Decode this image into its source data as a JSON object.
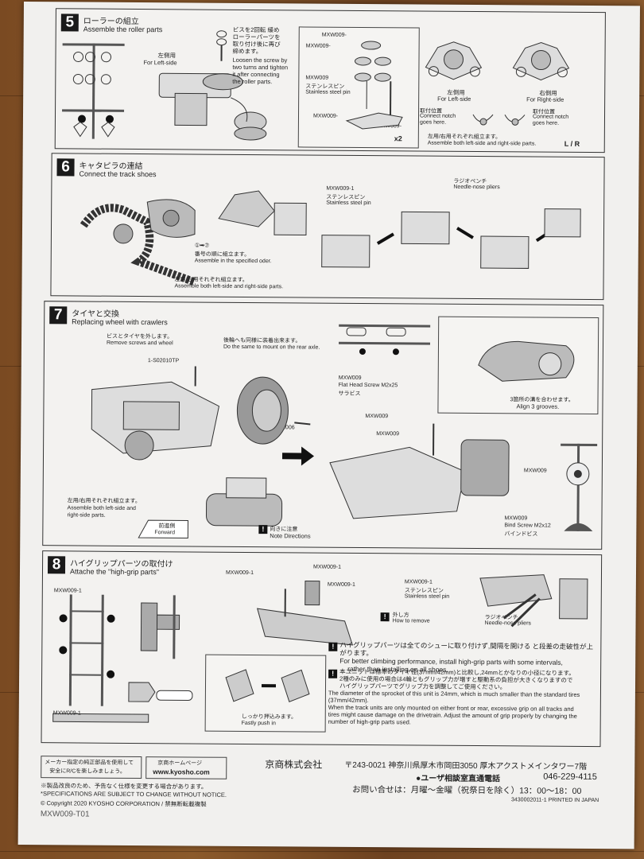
{
  "s5": {
    "num": "5",
    "title_jp": "ローラーの組立",
    "title_en": "Assemble the roller parts",
    "left_jp": "左側用",
    "left_en": "For Left-side",
    "screw_jp1": "ビスを2回転 緩め",
    "screw_jp2": "ローラーパーツを",
    "screw_jp3": "取り付け後に再び",
    "screw_jp4": "締めます。",
    "screw_en1": "Loosen the screw by",
    "screw_en2": "two turns and tighten",
    "screw_en3": "it after connecting",
    "screw_en4": "the roller parts.",
    "part_m": "MXW009-",
    "pin_part": "MXW009",
    "pin_jp": "ステンレスピン",
    "pin_en": "Stainless steel pin",
    "count": "x2",
    "left2_jp": "左側用",
    "left2_en": "For Left-side",
    "right_jp": "右側用",
    "right_en": "For Right-side",
    "notch_jp": "取付位置",
    "notch_en1": "Connect notch",
    "notch_en2": "goes here.",
    "both_jp": "左用/右用それぞれ組立ます。",
    "both_en": "Assemble both left-side and right-side parts.",
    "lr": "L / R"
  },
  "s6": {
    "num": "6",
    "title_jp": "キャタピラの連結",
    "title_en": "Connect the track shoes",
    "pin_part": "MXW009-1",
    "pin_jp": "ステンレスピン",
    "pin_en": "Stainless steel pin",
    "pliers_jp": "ラジオペンチ",
    "pliers_en": "Needle-nose pliers",
    "order": "①➡⑦",
    "order_jp": "番号の順に組立ます。",
    "order_en": "Assemble in the specified oder.",
    "both_jp": "左用/右用それぞれ組立ます。",
    "both_en": "Assemble both left-side and right-side parts."
  },
  "s7": {
    "num": "7",
    "title_jp": "タイヤと交換",
    "title_en": "Replacing wheel with crawlers",
    "remove_jp": "ビスとタイヤを外します。",
    "remove_en": "Remove screws and wheel",
    "rear_jp": "後輪へも同様に装着出来ます。",
    "rear_en": "Do the same to mount on the rear axle.",
    "p1": "1-S02010TP",
    "p2": "1-S02006",
    "flat_part": "MXW009",
    "flat_en": "Flat Head Screw M2x25",
    "flat_jp": "サラビス",
    "m_b": "MXW009",
    "m_n": "MXW009",
    "align_jp": "3箇所の溝を合わせます。",
    "align_en": "Align 3 grooves.",
    "m_p": "MXW009",
    "bind_part": "MXW009",
    "bind_en": "Bind Screw M2x12",
    "bind_jp": "バインドビス",
    "both_jp": "左用/右用それぞれ組立ます。",
    "both_en1": "Assemble both left-side and",
    "both_en2": "right-side parts.",
    "fwd_jp": "前進側",
    "fwd_en": "Forward",
    "dir_jp": "向きに注意",
    "dir_en": "Note Directions"
  },
  "s8": {
    "num": "8",
    "title_jp": "ハイグリップパーツの取付け",
    "title_en": "Attache the \"high-grip parts\"",
    "m1": "MXW009-1",
    "m2": "MXW009-1",
    "m3": "MXW009-1",
    "m4": "MXW009-1",
    "m5": "MXW009-1",
    "pin_part": "MXW009-1",
    "pin_jp": "ステンレスピン",
    "pin_en": "Stainless steel pin",
    "remove_jp": "外し方",
    "remove_en": "How to remove",
    "pliers_jp": "ラジオペンチ",
    "pliers_en": "Needle-nose pliers",
    "push_jp": "しっかり押込みます。",
    "push_en": "Fastly push in",
    "note1_jp": "ハイグリップパーツは全てのシューに取り付けず,間隔を開ける と段差の走破性が上がります。",
    "note1_en1": "For better climbing performance, install high-grip parts with some intervals,",
    "note1_en2": "rather than installing on all shoes.",
    "note2_jp1": "本ユニットは標準のタイヤ径(37mm/42mm)と比較し,24mmとかなりの小径になります。",
    "note2_jp2": "2種のみに使用の場合は4輪ともグリップ力が増すと駆動系の負担が大きくなりますので",
    "note2_jp3": "ハイグリップパーツでグリップ力を調整してご使用ください。",
    "note2_en1": "The diameter of the sprocket of this unit is 24mm, which is much smaller than the standard tires",
    "note2_en2": "(37mm/42mm).",
    "note2_en3": "When the track units are only mounted on either front or rear, excessive grip on all tracks and",
    "note2_en4": "tires might cause damage on the drivetrain. Adjust the amount of grip properly by changing the",
    "note2_en5": "number of high-grip parts used."
  },
  "footer": {
    "maker1": "メーカー指定の純正部品を使用して",
    "maker2": "安全にR/Cを楽しみましょう。",
    "hp_jp": "京商ホームページ",
    "hp_url": "www.kyosho.com",
    "company": "京商株式会社",
    "address": "〒243-0021 神奈川県厚木市岡田3050 厚木アクストメインタワー7階",
    "support": "●ユーザ相談室直通電話",
    "phone": "046-229-4115",
    "hours": "お問い合せは：月曜～金曜（祝祭日を除く）13：00～18：00",
    "note_jp": "※製品改良のため、予告なく仕様を変更する場合があります。",
    "spec": "*SPECIFICATIONS ARE SUBJECT TO CHANGE WITHOUT NOTICE.",
    "copyright": "© Copyright 2020 KYOSHO CORPORATION / 禁無断転載複製",
    "printed": "3430002011-1 PRINTED IN JAPAN",
    "code": "MXW009-T01"
  }
}
